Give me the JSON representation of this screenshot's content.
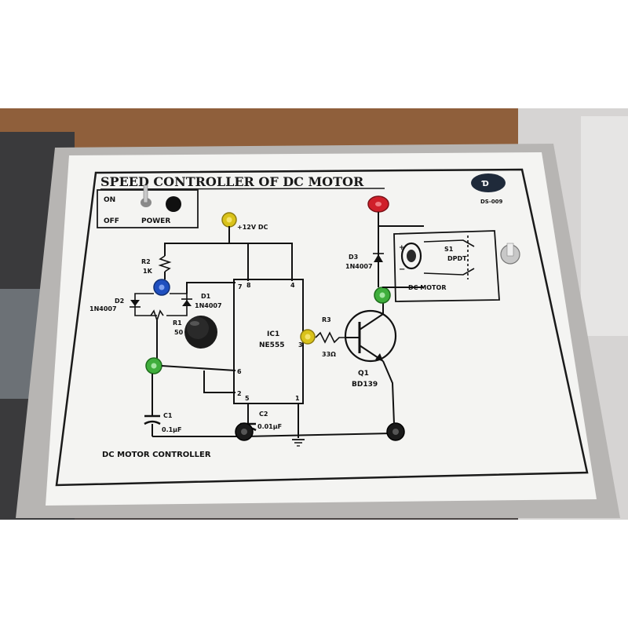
{
  "panel": {
    "title": "SPEED CONTROLLER OF DC MOTOR",
    "model": "DS-009",
    "footer": "DC MOTOR CONTROLLER"
  },
  "power": {
    "on": "ON",
    "off": "OFF",
    "label": "POWER"
  },
  "labels": {
    "supply": "+12V DC",
    "r2_name": "R2",
    "r2_value": "1K",
    "d2_name": "D2",
    "d2_part": "1N4007",
    "d1_name": "D1",
    "d1_part": "1N4007",
    "r1_name": "R1",
    "r1_value": "50",
    "ic_name": "IC1",
    "ic_part": "NE555",
    "pin7": "7",
    "pin8": "8",
    "pin4": "4",
    "pin3": "3",
    "pin6": "6",
    "pin2": "2",
    "pin5": "5",
    "pin1": "1",
    "r3_name": "R3",
    "r3_value": "33Ω",
    "q1_name": "Q1",
    "q1_part": "BD139",
    "c1_name": "C1",
    "c1_value": "0.1µF",
    "c2_name": "C2",
    "c2_value": "0.01µF",
    "d3_name": "D3",
    "d3_part": "1N4007",
    "s1_name": "S1",
    "s1_type": "DPDT",
    "motor_label": "DC MOTOR",
    "motor_plus": "+",
    "motor_minus": "−"
  },
  "colors": {
    "panel": "#f4f4f2",
    "border": "#1a1a1a",
    "socket_yellow": "#d9c21a",
    "socket_green": "#3fae3c",
    "socket_blue": "#1f4fbf",
    "socket_red": "#d0202a",
    "socket_black": "#1a1a1a"
  }
}
